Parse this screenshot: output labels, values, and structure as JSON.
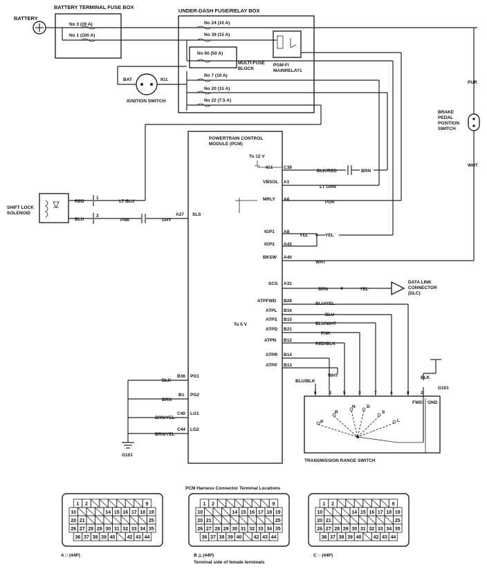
{
  "boxes": {
    "battery_fuse_box": "BATTERY TERMINAL FUSE BOX",
    "underdash_box": "UNDER-DASH FUSE/RELAY BOX",
    "pcm_title_1": "POWERTRAIN CONTROL",
    "pcm_title_2": "MODULE (PCM)",
    "multifuse_1": "MULTI-FUSE",
    "multifuse_2": "BLOCK",
    "relay_1": "PGM-FI",
    "relay_2": "MAINRELAY1",
    "trs": "TRANSMISSION RANGE SWITCH",
    "dlc_1": "DATA LINK",
    "dlc_2": "CONNECTOR",
    "dlc_3": "(DLC)",
    "brake_1": "BRAKE",
    "brake_2": "PEDAL",
    "brake_3": "POSITION",
    "brake_4": "SWITCH",
    "shift_1": "SHIFT LOCK",
    "shift_2": "SOLENOID",
    "ign_switch": "IGNITION SWITCH",
    "battery": "BATTERY"
  },
  "fuses": [
    {
      "id": "f3",
      "label": "No 3 (20 A)"
    },
    {
      "id": "f1",
      "label": "No 1 (100 A)"
    },
    {
      "id": "f24",
      "label": "No 24 (10 A)"
    },
    {
      "id": "f39",
      "label": "No 39 (15 A)"
    },
    {
      "id": "f60",
      "label": "No 60 (50 A)"
    },
    {
      "id": "f7",
      "label": "No 7 (10 A)"
    },
    {
      "id": "f20",
      "label": "No 20 (15 A)"
    },
    {
      "id": "f22",
      "label": "No 22 (7.5 A)"
    }
  ],
  "ign_terms": {
    "bat": "BAT",
    "ig1": "IG1"
  },
  "pcm_pins": [
    {
      "sig": "IG1",
      "pin": "C38",
      "wire": "BLK/RED"
    },
    {
      "sig": "VBSOL",
      "pin": "A1",
      "wire": "LT GRN"
    },
    {
      "sig": "MRLY",
      "pin": "A6",
      "wire": "PUR"
    },
    {
      "sig": "IGP1",
      "pin": "A8",
      "wire": "YEL"
    },
    {
      "sig": "IGP2",
      "pin": "A43",
      "wire": "YEL"
    },
    {
      "sig": "BKSW",
      "pin": "A40",
      "wire": "WHT"
    },
    {
      "sig": "SCS",
      "pin": "A31",
      "wire": "BRN"
    },
    {
      "sig": "ATPFWD",
      "pin": "B28",
      "wire": "BLU/YEL"
    },
    {
      "sig": "ATPL",
      "pin": "B16",
      "wire": "BLU"
    },
    {
      "sig": "ATPS",
      "pin": "B15",
      "wire": "BLU/WHT"
    },
    {
      "sig": "ATPD",
      "pin": "B21",
      "wire": "PNK"
    },
    {
      "sig": "ATPN",
      "pin": "B12",
      "wire": "RED/BLK"
    },
    {
      "sig": "ATPR",
      "pin": "B14",
      "wire": ""
    },
    {
      "sig": "ATPP",
      "pin": "B13",
      "wire": "WHT"
    }
  ],
  "left_pins": [
    {
      "pin": "A27",
      "sig": "SLS",
      "wire": "GRY"
    },
    {
      "pin": "B36",
      "sig": "PG1",
      "wire": "BLK"
    },
    {
      "pin": "B1",
      "sig": "PG2",
      "wire": "BRN"
    },
    {
      "pin": "C40",
      "sig": "LG1",
      "wire": "BRN/YEL"
    },
    {
      "pin": "C44",
      "sig": "LG2",
      "wire": "BRN/YEL"
    }
  ],
  "misc_labels": {
    "to12v": "To 12 V",
    "to5v": "To 5 V",
    "brn": "BRN",
    "yel": "YEL",
    "yel2": "YEL",
    "ltblu": "LT BLU",
    "red": "RED",
    "blu": "BLU",
    "pnk": "PNK",
    "pur": "PUR",
    "wht": "WHT",
    "blk": "BLK",
    "blu_blk": "BLU/BLK",
    "wht2": "WHT",
    "g101a": "G101",
    "g101b": "G101",
    "fwd": "FWD",
    "gnd": "GND",
    "pin1": "1",
    "pin3": "3"
  },
  "trs_pins": [
    "6",
    "1",
    "5",
    "3",
    "7",
    "4",
    "8",
    "2"
  ],
  "trs_positions": [
    "P",
    "R",
    "N",
    "D",
    "S",
    "L"
  ],
  "connectors": {
    "title": "PCM Harness Connector Terminal Locations",
    "footer": "Terminal side of female terminals",
    "A_label": "A □ (44P)",
    "B_label": "B △ (44P)",
    "C_label": "C ○ (44P)",
    "rows": [
      [
        "1",
        "2",
        "",
        "",
        "",
        "",
        "",
        "",
        "9"
      ],
      [
        "10",
        "",
        "",
        "",
        "14",
        "15",
        "16",
        "17",
        "18",
        "19"
      ],
      [
        "20",
        "21",
        "",
        "",
        "",
        "",
        "",
        "",
        "",
        "25"
      ],
      [
        "26",
        "27",
        "28",
        "29",
        "30",
        "31",
        "32",
        "33",
        "34",
        "35"
      ],
      [
        "36",
        "37",
        "38",
        "39",
        "40",
        "",
        "42",
        "43",
        "44"
      ]
    ]
  }
}
